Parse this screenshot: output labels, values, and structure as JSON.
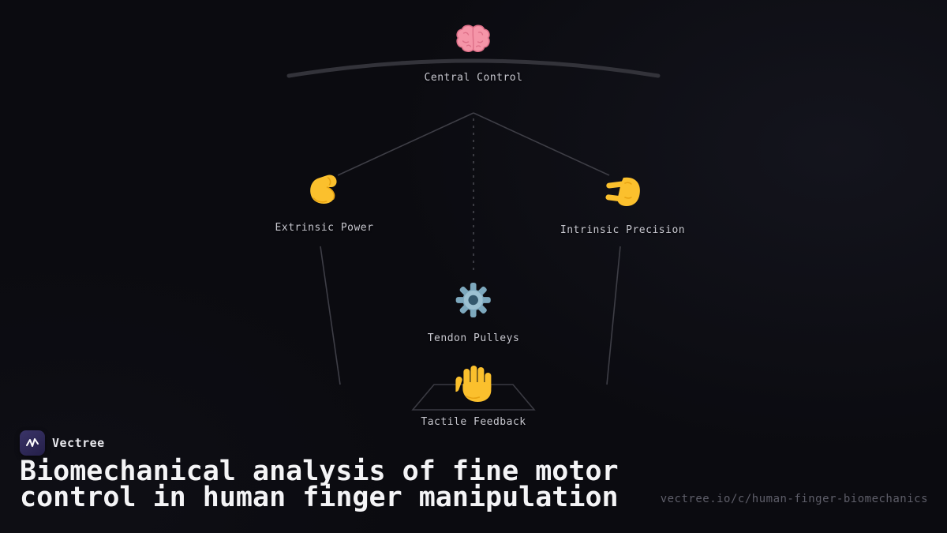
{
  "brand": {
    "name": "Vectree"
  },
  "diagram": {
    "nodes": [
      {
        "id": "central-control",
        "label": "Central Control",
        "icon": "brain-icon"
      },
      {
        "id": "extrinsic-power",
        "label": "Extrinsic Power",
        "icon": "flexed-bicep-icon"
      },
      {
        "id": "intrinsic-precision",
        "label": "Intrinsic Precision",
        "icon": "pinching-hand-icon"
      },
      {
        "id": "tendon-pulleys",
        "label": "Tendon Pulleys",
        "icon": "gear-icon"
      },
      {
        "id": "tactile-feedback",
        "label": "Tactile Feedback",
        "icon": "raised-hand-icon"
      }
    ]
  },
  "footer": {
    "title_line1": "Biomechanical analysis of fine motor",
    "title_line2": "control in human finger manipulation",
    "url": "vectree.io/c/human-finger-biomechanics"
  },
  "colors": {
    "background": "#0b0b10",
    "connector": "#3e3e46",
    "label": "#c8c8d0",
    "title": "#f4f4f6",
    "url": "#5e5e69",
    "logo_bg": "#322c5e",
    "brain": "#f595a8",
    "hand_yellow": "#fbc02d",
    "gear_blue": "#7da8bd"
  }
}
